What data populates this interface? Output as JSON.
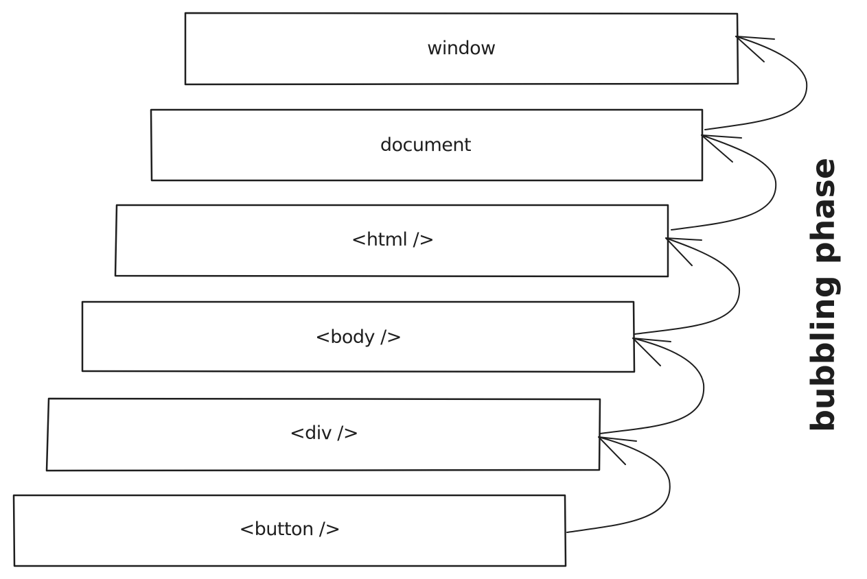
{
  "diagram": {
    "title": "Event bubbling",
    "nodes": [
      {
        "id": "window",
        "label": "window"
      },
      {
        "id": "document",
        "label": "document"
      },
      {
        "id": "html",
        "label": "<html />"
      },
      {
        "id": "body",
        "label": "<body />"
      },
      {
        "id": "div",
        "label": "<div />"
      },
      {
        "id": "button",
        "label": "<button />"
      }
    ],
    "edges": [
      {
        "from": "button",
        "to": "div"
      },
      {
        "from": "div",
        "to": "body"
      },
      {
        "from": "body",
        "to": "html"
      },
      {
        "from": "html",
        "to": "document"
      },
      {
        "from": "document",
        "to": "window"
      }
    ],
    "side_label": "bubbling phase",
    "stroke_color": "#1e1e1e",
    "background": "#ffffff"
  }
}
